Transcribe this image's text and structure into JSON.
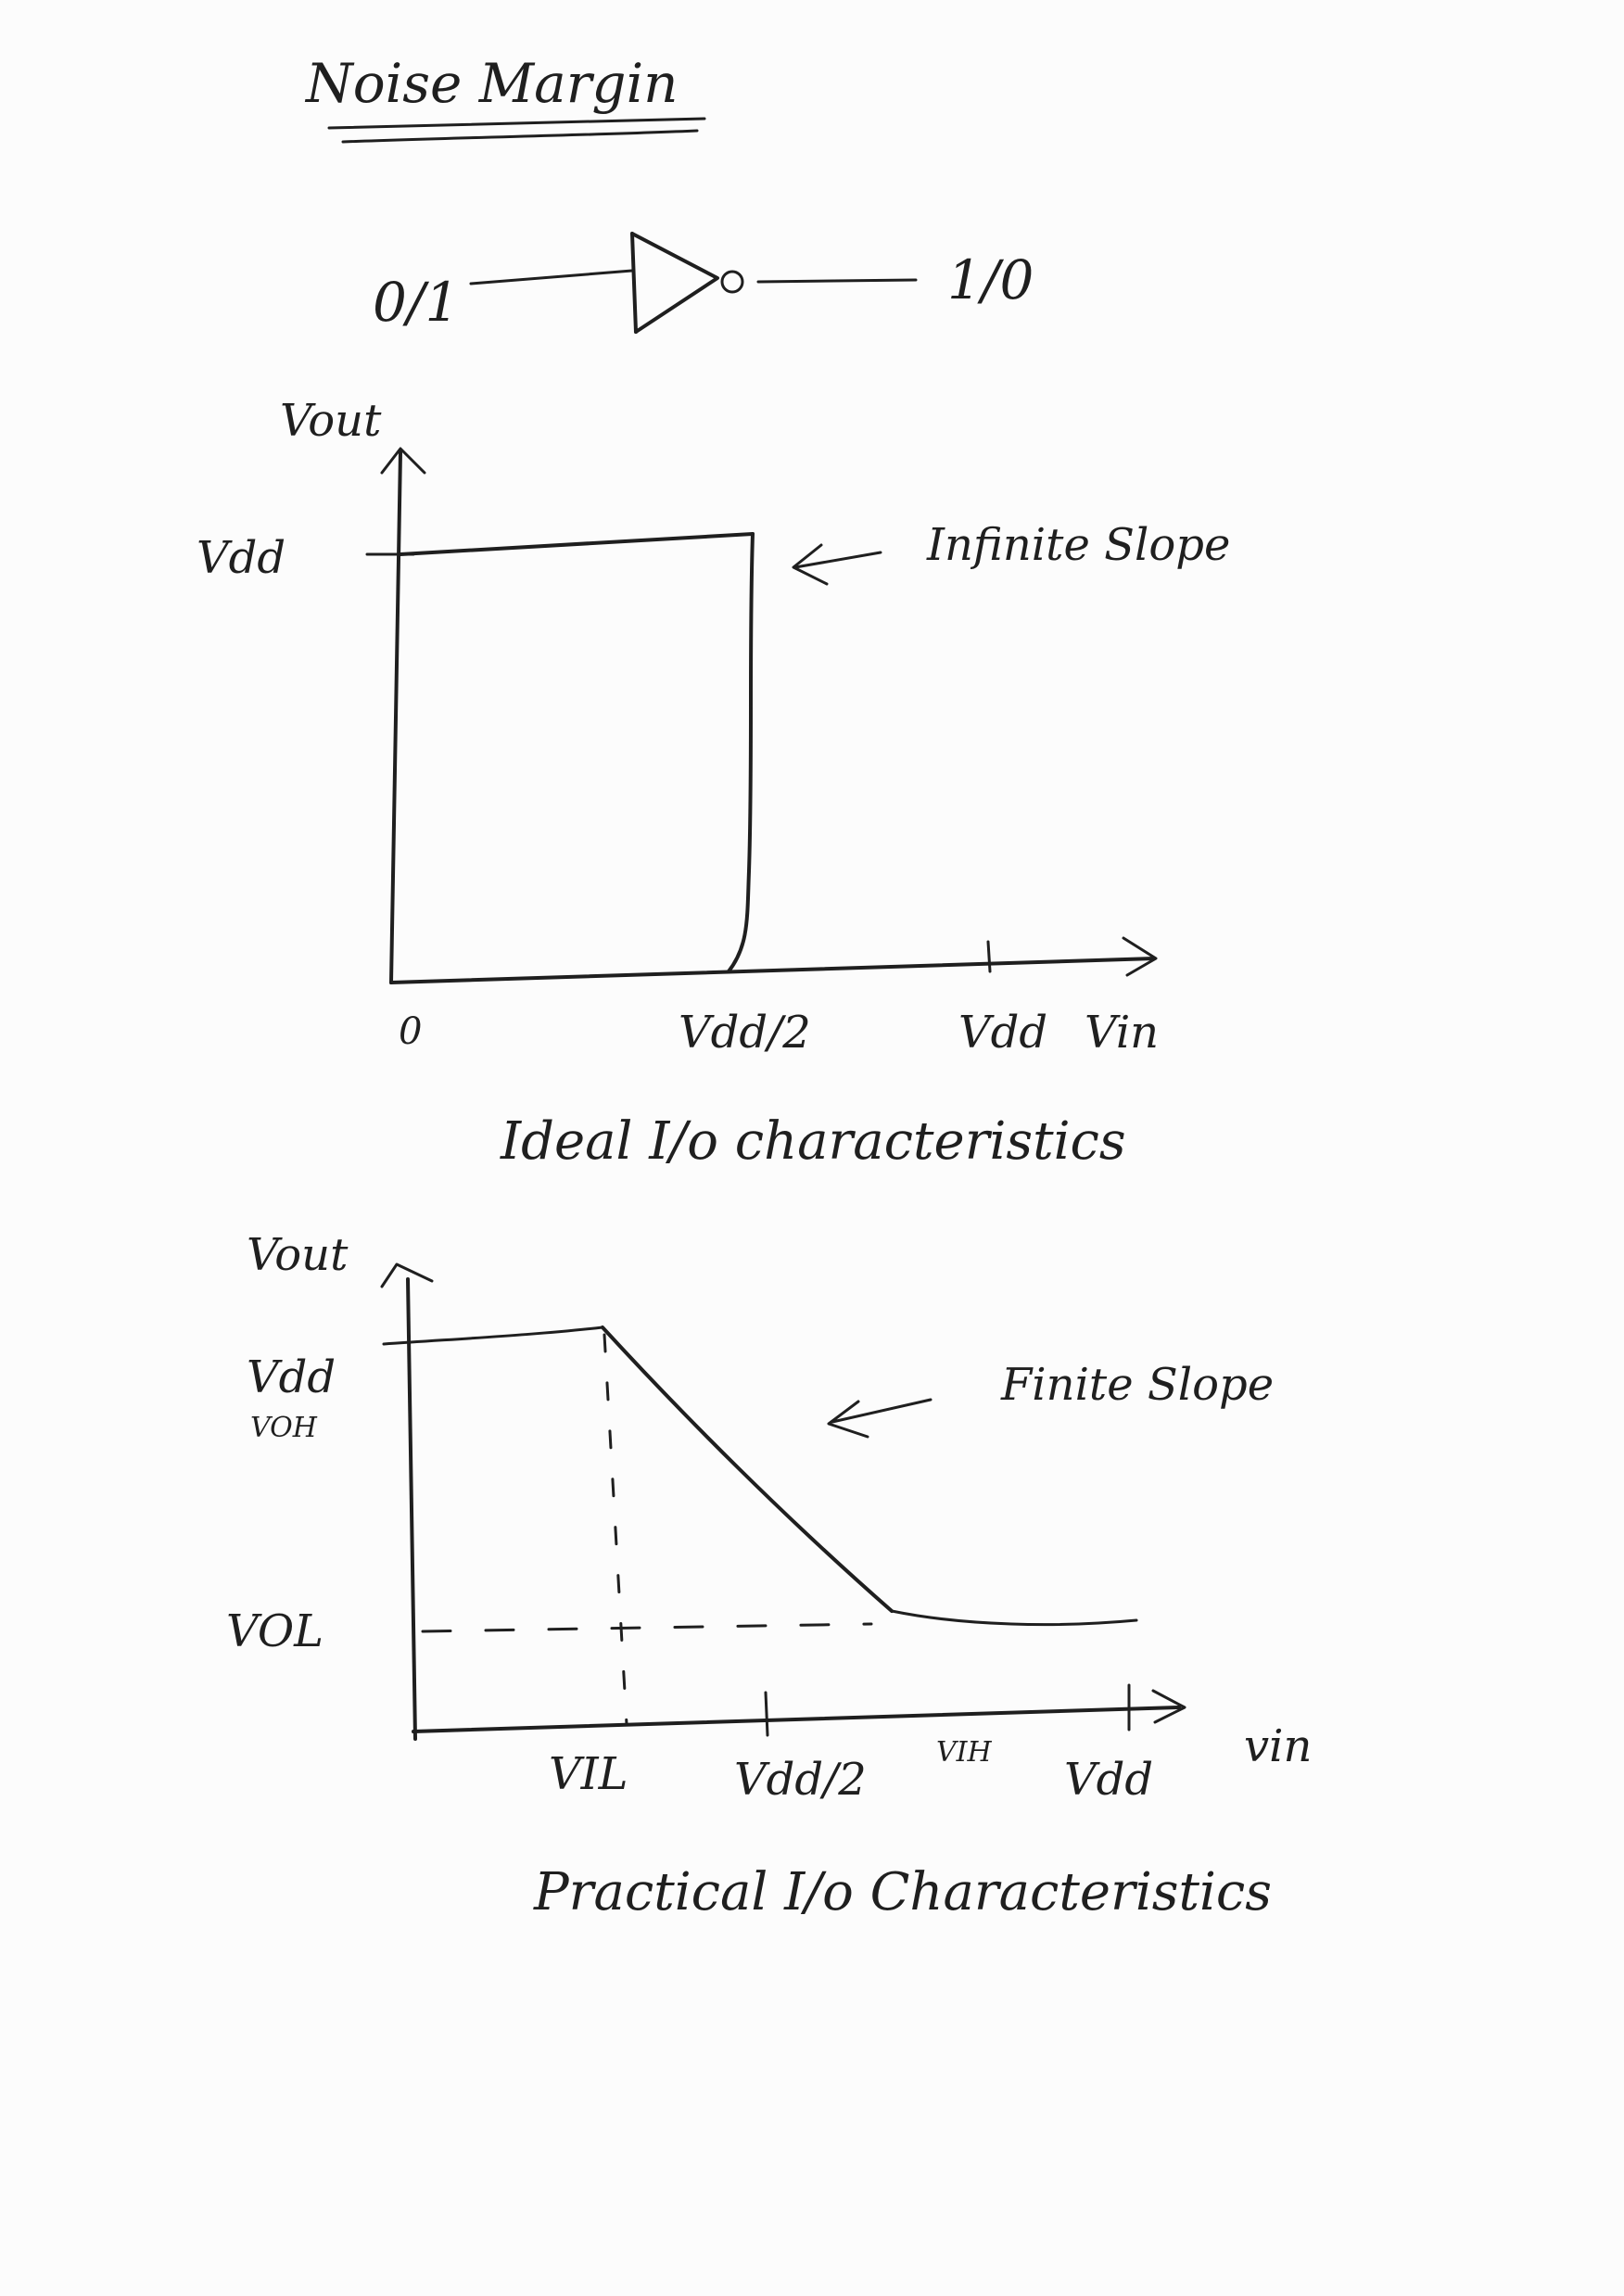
{
  "page": {
    "title": "Noise Margin"
  },
  "inverter": {
    "input_label": "0/1",
    "output_label": "1/0"
  },
  "ideal": {
    "y_axis_label": "Vout",
    "x_axis_label": "Vin",
    "y_tick_vdd": "Vdd",
    "x_tick_zero": "0",
    "x_tick_half": "Vdd/2",
    "x_tick_vdd": "Vdd",
    "annotation": "Infinite Slope",
    "caption": "Ideal I/o characteristics"
  },
  "practical": {
    "y_axis_label": "Vout",
    "x_axis_label": "vin",
    "y_tick_vdd": "Vdd",
    "y_tick_voh": "VOH",
    "y_tick_vol": "VOL",
    "x_tick_vil": "VIL",
    "x_tick_half": "Vdd/2",
    "x_tick_vih": "VIH",
    "x_tick_vdd": "Vdd",
    "annotation": "Finite Slope",
    "caption": "Practical I/o Characteristics"
  }
}
